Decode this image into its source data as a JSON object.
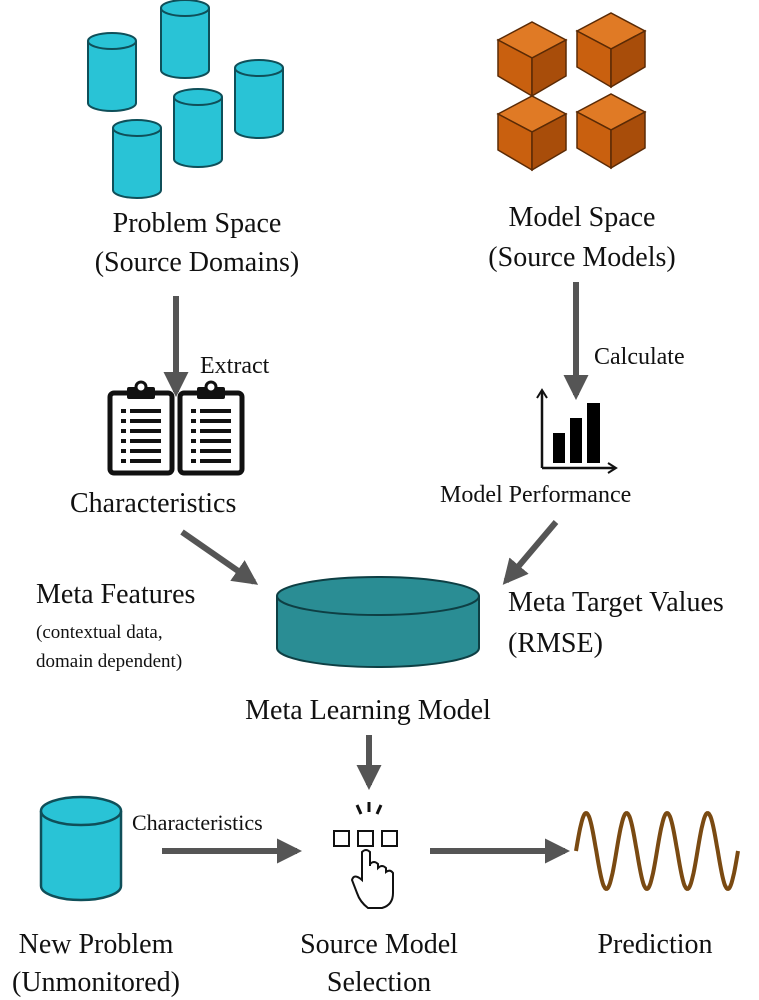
{
  "problem_space": {
    "line1": "Problem Space",
    "line2": "(Source Domains)"
  },
  "model_space": {
    "line1": "Model Space",
    "line2": "(Source Models)"
  },
  "extract_label": "Extract",
  "calculate_label": "Calculate",
  "characteristics_label": "Characteristics",
  "model_performance_label": "Model Performance",
  "meta_features": {
    "title": "Meta Features",
    "line2": "(contextual data,",
    "line3": "domain dependent)"
  },
  "meta_target": {
    "line1": "Meta Target Values",
    "line2": "(RMSE)"
  },
  "meta_learning_label": "Meta Learning Model",
  "characteristics_arrow_label": "Characteristics",
  "new_problem": {
    "line1": "New Problem",
    "line2": "(Unmonitored)"
  },
  "source_model_selection": {
    "line1": "Source Model",
    "line2": "Selection"
  },
  "prediction_label": "Prediction",
  "icons": [
    "database-cylinder-icon",
    "cube-icon",
    "clipboard-icon",
    "bar-chart-icon",
    "click-hand-icon",
    "sine-wave-icon"
  ],
  "colors": {
    "cylinder": "#29c3d6",
    "cylinder_edge": "#0f4f59",
    "cube": "#c9600f",
    "meta_db": "#2a8d94",
    "arrow": "#555555",
    "wave": "#7a4a12"
  }
}
